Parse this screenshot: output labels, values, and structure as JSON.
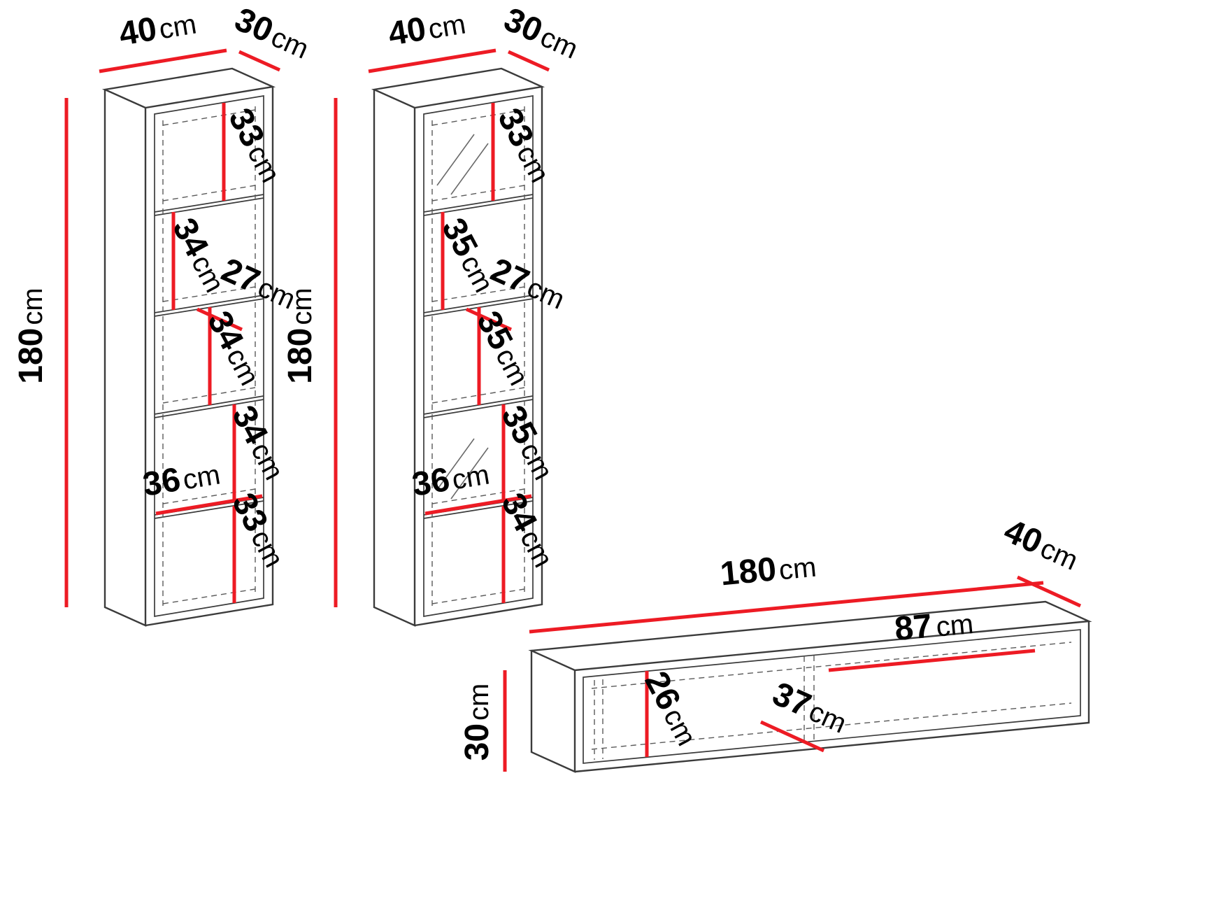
{
  "colors": {
    "dimension_lines": "#ed1b24",
    "outlines": "#3b3b3b"
  },
  "cabinet_left": {
    "width": {
      "v": "40",
      "u": "cm"
    },
    "depth": {
      "v": "30",
      "u": "cm"
    },
    "height": {
      "v": "180",
      "u": "cm"
    },
    "compartment_1": {
      "v": "33",
      "u": "cm"
    },
    "compartment_2": {
      "v": "34",
      "u": "cm"
    },
    "inner_depth": {
      "v": "27",
      "u": "cm"
    },
    "compartment_3": {
      "v": "34",
      "u": "cm"
    },
    "compartment_4": {
      "v": "34",
      "u": "cm"
    },
    "inner_width": {
      "v": "36",
      "u": "cm"
    },
    "compartment_5": {
      "v": "33",
      "u": "cm"
    }
  },
  "cabinet_middle": {
    "width": {
      "v": "40",
      "u": "cm"
    },
    "depth": {
      "v": "30",
      "u": "cm"
    },
    "height": {
      "v": "180",
      "u": "cm"
    },
    "compartment_1": {
      "v": "33",
      "u": "cm"
    },
    "compartment_2": {
      "v": "35",
      "u": "cm"
    },
    "inner_depth": {
      "v": "27",
      "u": "cm"
    },
    "compartment_3": {
      "v": "35",
      "u": "cm"
    },
    "compartment_4": {
      "v": "35",
      "u": "cm"
    },
    "inner_width": {
      "v": "36",
      "u": "cm"
    },
    "compartment_5": {
      "v": "34",
      "u": "cm"
    }
  },
  "tv_stand": {
    "width": {
      "v": "180",
      "u": "cm"
    },
    "depth": {
      "v": "40",
      "u": "cm"
    },
    "height": {
      "v": "30",
      "u": "cm"
    },
    "right_compartment_width": {
      "v": "87",
      "u": "cm"
    },
    "inner_height": {
      "v": "26",
      "u": "cm"
    },
    "inner_depth": {
      "v": "37",
      "u": "cm"
    }
  }
}
